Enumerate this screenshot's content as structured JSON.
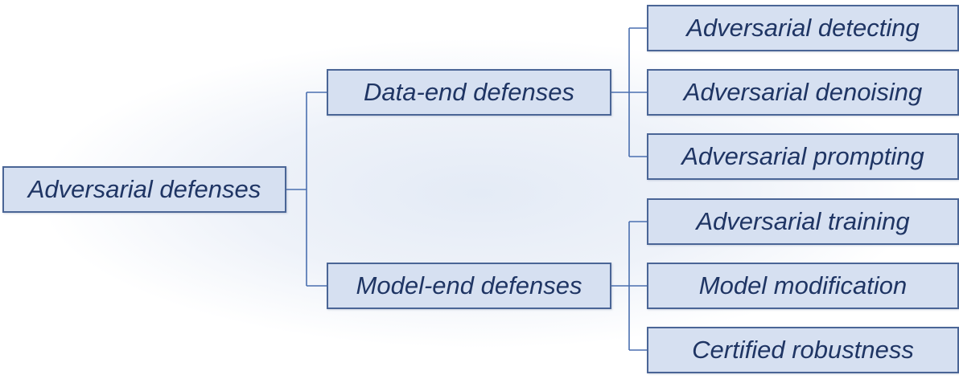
{
  "diagram": {
    "root": {
      "label": "Adversarial defenses"
    },
    "branches": [
      {
        "label": "Data-end defenses",
        "children": [
          {
            "label": "Adversarial detecting"
          },
          {
            "label": "Adversarial denoising"
          },
          {
            "label": "Adversarial prompting"
          }
        ]
      },
      {
        "label": "Model-end defenses",
        "children": [
          {
            "label": "Adversarial training"
          },
          {
            "label": "Model modification"
          },
          {
            "label": "Certified robustness"
          }
        ]
      }
    ]
  },
  "colors": {
    "node_fill": "#d6e0f1",
    "node_border": "#4a6596",
    "connector": "#4a6fb0",
    "text": "#1f3564"
  }
}
